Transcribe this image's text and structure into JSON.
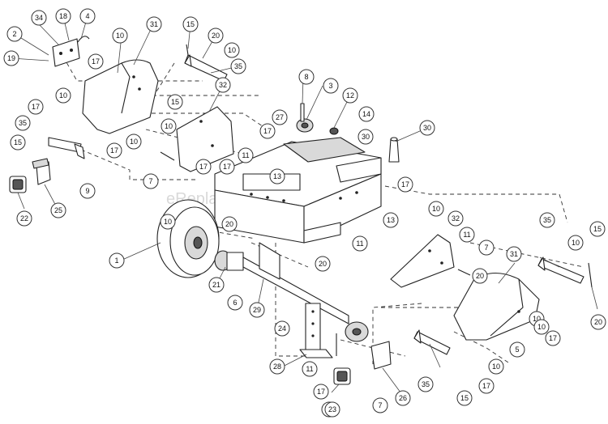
{
  "watermark": "eReplacementParts.com",
  "callouts": [
    {
      "label": "34"
    },
    {
      "label": "18"
    },
    {
      "label": "4"
    },
    {
      "label": "2"
    },
    {
      "label": "19"
    },
    {
      "label": "10"
    },
    {
      "label": "31"
    },
    {
      "label": "15"
    },
    {
      "label": "20"
    },
    {
      "label": "10"
    },
    {
      "label": "35"
    },
    {
      "label": "17"
    },
    {
      "label": "15"
    },
    {
      "label": "32"
    },
    {
      "label": "17"
    },
    {
      "label": "10"
    },
    {
      "label": "35"
    },
    {
      "label": "10"
    },
    {
      "label": "10"
    },
    {
      "label": "17"
    },
    {
      "label": "15"
    },
    {
      "label": "17"
    },
    {
      "label": "9"
    },
    {
      "label": "22"
    },
    {
      "label": "25"
    },
    {
      "label": "7"
    },
    {
      "label": "10"
    },
    {
      "label": "17"
    },
    {
      "label": "11"
    },
    {
      "label": "8"
    },
    {
      "label": "3"
    },
    {
      "label": "12"
    },
    {
      "label": "27"
    },
    {
      "label": "14"
    },
    {
      "label": "17"
    },
    {
      "label": "30"
    },
    {
      "label": "30"
    },
    {
      "label": "13"
    },
    {
      "label": "17"
    },
    {
      "label": "20"
    },
    {
      "label": "13"
    },
    {
      "label": "10"
    },
    {
      "label": "32"
    },
    {
      "label": "11"
    },
    {
      "label": "7"
    },
    {
      "label": "35"
    },
    {
      "label": "10"
    },
    {
      "label": "15"
    },
    {
      "label": "11"
    },
    {
      "label": "1"
    },
    {
      "label": "20"
    },
    {
      "label": "31"
    },
    {
      "label": "21"
    },
    {
      "label": "6"
    },
    {
      "label": "29"
    },
    {
      "label": "20"
    },
    {
      "label": "10"
    },
    {
      "label": "17"
    },
    {
      "label": "5"
    },
    {
      "label": "10"
    },
    {
      "label": "20"
    },
    {
      "label": "24"
    },
    {
      "label": "28"
    },
    {
      "label": "11"
    },
    {
      "label": "17"
    },
    {
      "label": "10"
    },
    {
      "label": "17"
    },
    {
      "label": "26"
    },
    {
      "label": "35"
    },
    {
      "label": "15"
    },
    {
      "label": "7"
    },
    {
      "label": "15"
    },
    {
      "label": "23"
    }
  ]
}
